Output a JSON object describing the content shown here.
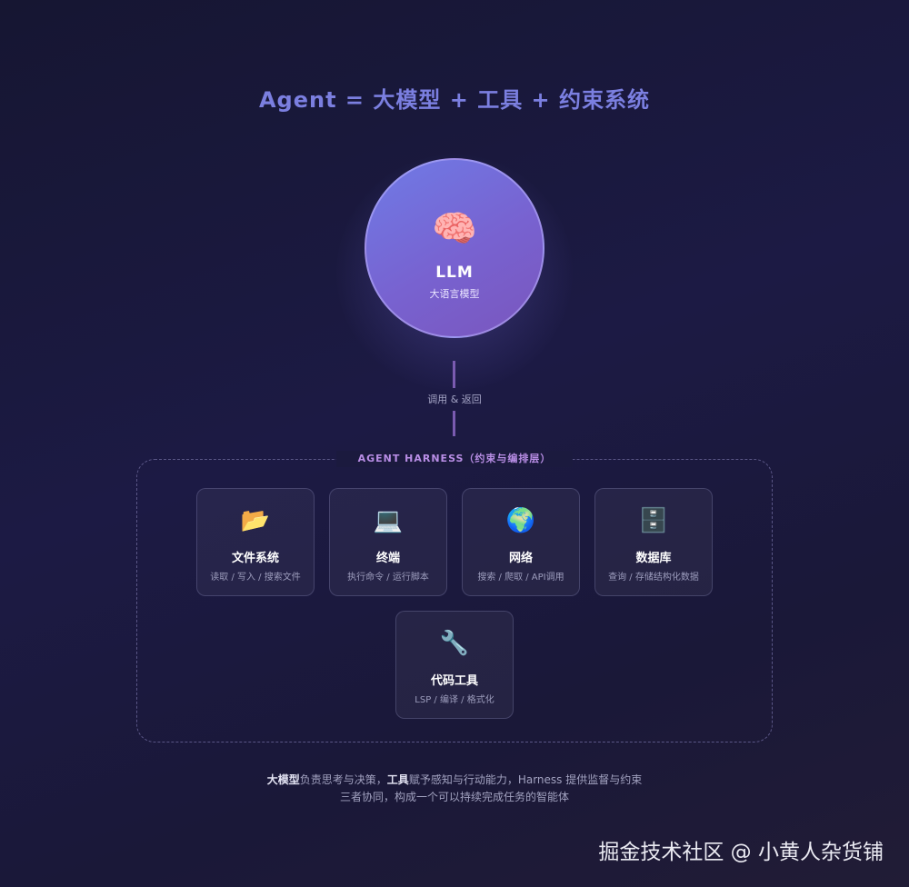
{
  "title": "Agent = 大模型 + 工具 + 约束系统",
  "llm": {
    "emoji": "🧠",
    "name": "LLM",
    "subtitle": "大语言模型"
  },
  "connector_label": "调用 & 返回",
  "harness": {
    "label": "AGENT HARNESS（约束与编排层）",
    "tools": [
      {
        "icon": "📂",
        "icon_name": "folder-icon",
        "name": "文件系统",
        "desc": "读取 / 写入 / 搜索文件"
      },
      {
        "icon": "💻",
        "icon_name": "laptop-icon",
        "name": "终端",
        "desc": "执行命令 / 运行脚本"
      },
      {
        "icon": "🌍",
        "icon_name": "globe-icon",
        "name": "网络",
        "desc": "搜索 / 爬取 / API调用"
      },
      {
        "icon": "🗄️",
        "icon_name": "file-cabinet-icon",
        "name": "数据库",
        "desc": "查询 / 存储结构化数据"
      },
      {
        "icon": "🔧",
        "icon_name": "wrench-icon",
        "name": "代码工具",
        "desc": "LSP / 编译 / 格式化"
      }
    ]
  },
  "footer": {
    "line1_bold_a": "大模型",
    "line1_text_a": "负责思考与决策，",
    "line1_bold_b": "工具",
    "line1_text_b": "赋予感知与行动能力，Harness 提供监督与约束",
    "line2": "三者协同，构成一个可以持续完成任务的智能体"
  },
  "watermark": "掘金技术社区 @ 小黄人杂货铺"
}
